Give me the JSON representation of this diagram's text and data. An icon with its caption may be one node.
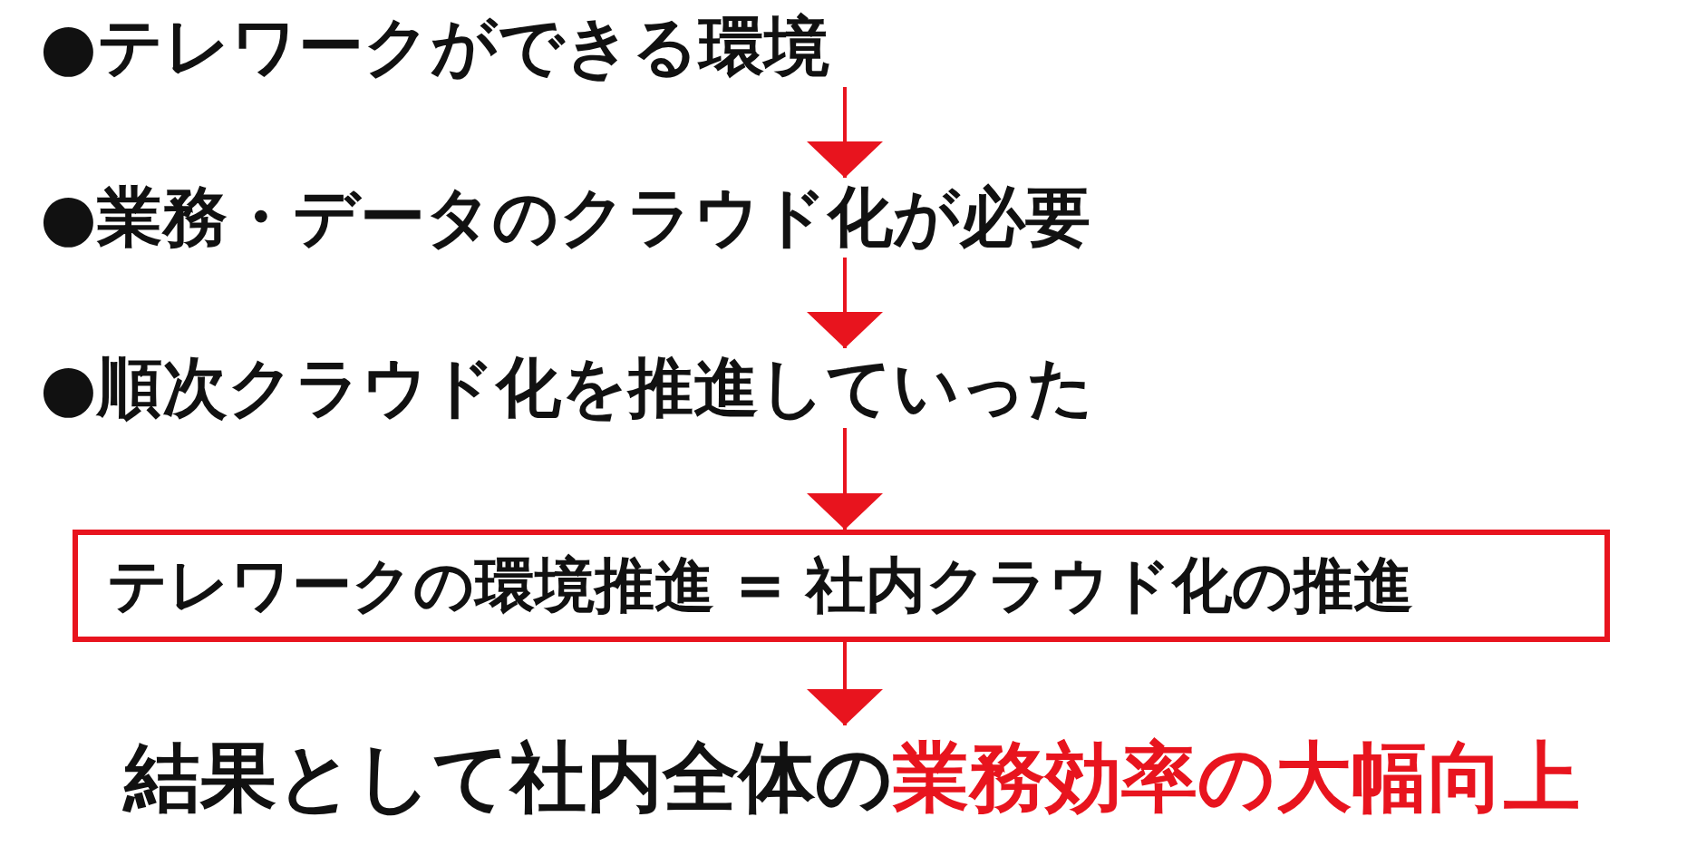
{
  "diagram": {
    "nodes": [
      {
        "text": [
          "●テレワークができる環境"
        ]
      },
      {
        "text": [
          "●業務・データのクラウド化が必要"
        ]
      },
      {
        "text": [
          "●順次クラウド化を推進していった"
        ]
      },
      {
        "text": [
          "テレワークの環境推進 = 社内クラウド化の推進"
        ]
      },
      {
        "text": [
          "結果として社内全体の",
          "業務効率の大幅向上"
        ]
      }
    ],
    "edges": [
      {
        "from": 0,
        "to": 1,
        "arrow": "to"
      },
      {
        "from": 1,
        "to": 2,
        "arrow": "to"
      },
      {
        "from": 2,
        "to": 3,
        "arrow": "to"
      },
      {
        "from": 3,
        "to": 4,
        "arrow": "to"
      }
    ]
  }
}
